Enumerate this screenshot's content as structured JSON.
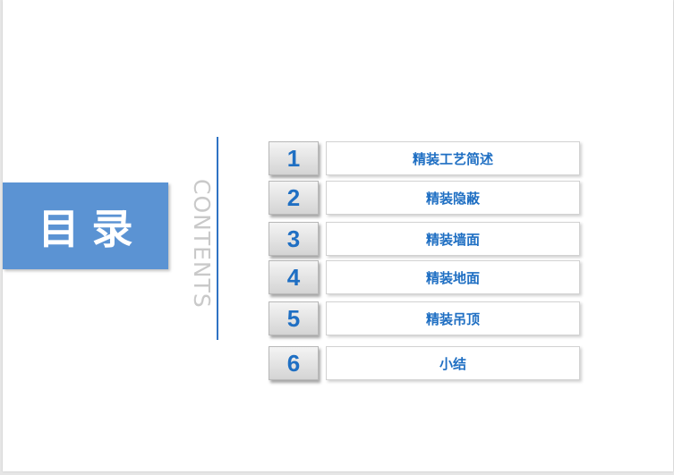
{
  "title": "目录",
  "contents_word": "CONTENTS",
  "items": [
    {
      "number": "1",
      "label": "精装工艺简述"
    },
    {
      "number": "2",
      "label": "精装隐蔽"
    },
    {
      "number": "3",
      "label": "精装墙面"
    },
    {
      "number": "4",
      "label": "精装地面"
    },
    {
      "number": "5",
      "label": "精装吊顶"
    },
    {
      "number": "6",
      "label": "小结"
    }
  ],
  "colors": {
    "accent": "#5b93d3",
    "text_blue": "#1f6fc3",
    "divider": "#2f73c4",
    "watermark": "#c9c9c9"
  }
}
